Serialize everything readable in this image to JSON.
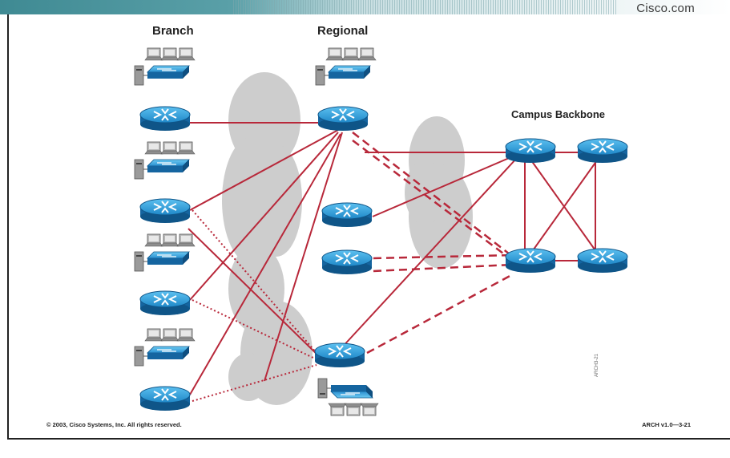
{
  "header": {
    "brand": "Cisco.com"
  },
  "diagram": {
    "labels": {
      "branch": "Branch",
      "regional": "Regional",
      "campus": "Campus Backbone"
    },
    "side_code": "ARCH3-21"
  },
  "footer": {
    "copyright": "© 2003, Cisco Systems, Inc. All rights reserved.",
    "slide_id": "ARCH v1.0—3-21"
  },
  "colors": {
    "link": "#b8283a",
    "router": "#1e8ac8",
    "cloud": "#c9c9c9",
    "header": "#3f8a93"
  }
}
